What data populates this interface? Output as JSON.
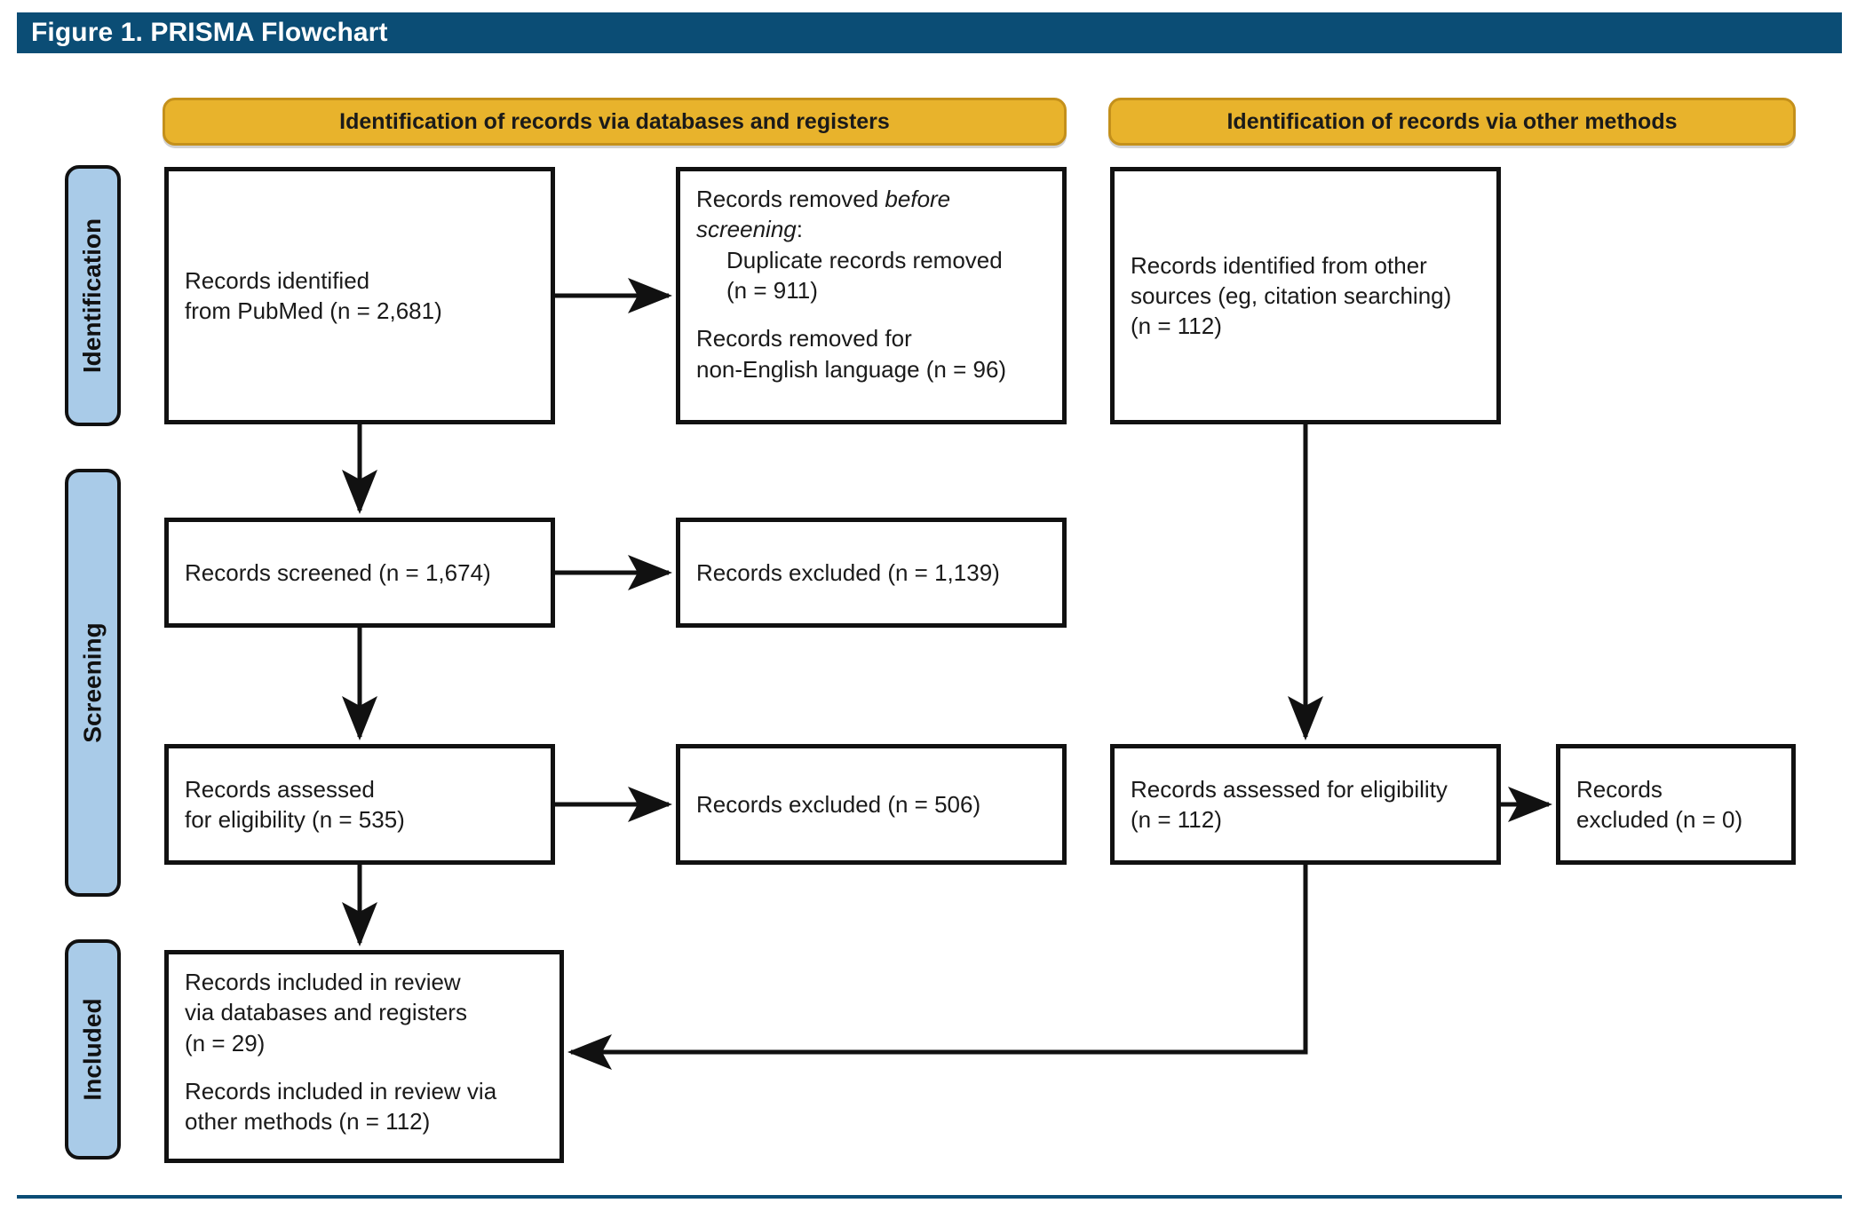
{
  "figure": {
    "title": "Figure 1. PRISMA Flowchart",
    "title_bar_color": "#0b4d75",
    "header_color": "#e8b32c",
    "header_border_color": "#c4901b",
    "stage_color": "#a9cbe8",
    "box_border_color": "#111111"
  },
  "column_headers": {
    "databases": "Identification of records via databases and registers",
    "other": "Identification of records via other methods"
  },
  "stages": {
    "identification": "Identification",
    "screening": "Screening",
    "included": "Included"
  },
  "boxes": {
    "identified": "Records identified\nfrom PubMed (n = 2,681)",
    "removed_line1": "Records removed ",
    "removed_italic1": "before",
    "removed_italic2": "screening",
    "removed_colon": ":",
    "removed_duplicates": "Duplicate records removed\n(n = 911)",
    "removed_non_english": "Records removed for\nnon-English language (n = 96)",
    "other_sources": "Records identified from other\nsources (eg, citation searching)\n(n = 112)",
    "screened": "Records screened (n = 1,674)",
    "excluded_screening": "Records excluded (n = 1,139)",
    "eligibility": "Records assessed\nfor eligibility (n = 535)",
    "excluded_eligibility": "Records excluded (n = 506)",
    "other_eligibility": "Records assessed for eligibility\n(n = 112)",
    "other_excluded": "Records\nexcluded (n = 0)",
    "included_db": "Records included in review\nvia databases and registers\n(n = 29)",
    "included_other": "Records included in review via\nother methods (n = 112)"
  },
  "chart_data": {
    "type": "diagram",
    "diagram_type": "PRISMA 2020 flow diagram",
    "title": "Figure 1. PRISMA Flowchart",
    "columns": [
      "Identification of records via databases and registers",
      "Identification of records via other methods"
    ],
    "stages": [
      "Identification",
      "Screening",
      "Included"
    ],
    "nodes": [
      {
        "id": "identified",
        "stage": "Identification",
        "column": "databases",
        "label": "Records identified from PubMed",
        "n": 2681
      },
      {
        "id": "removed_duplicates",
        "stage": "Identification",
        "column": "databases",
        "label": "Duplicate records removed",
        "n": 911
      },
      {
        "id": "removed_non_english",
        "stage": "Identification",
        "column": "databases",
        "label": "Records removed for non-English language",
        "n": 96
      },
      {
        "id": "other_sources",
        "stage": "Identification",
        "column": "other",
        "label": "Records identified from other sources (eg, citation searching)",
        "n": 112
      },
      {
        "id": "screened",
        "stage": "Screening",
        "column": "databases",
        "label": "Records screened",
        "n": 1674
      },
      {
        "id": "excluded_screening",
        "stage": "Screening",
        "column": "databases",
        "label": "Records excluded",
        "n": 1139
      },
      {
        "id": "eligibility",
        "stage": "Screening",
        "column": "databases",
        "label": "Records assessed for eligibility",
        "n": 535
      },
      {
        "id": "excluded_eligibility",
        "stage": "Screening",
        "column": "databases",
        "label": "Records excluded",
        "n": 506
      },
      {
        "id": "other_eligibility",
        "stage": "Screening",
        "column": "other",
        "label": "Records assessed for eligibility",
        "n": 112
      },
      {
        "id": "other_excluded",
        "stage": "Screening",
        "column": "other",
        "label": "Records excluded",
        "n": 0
      },
      {
        "id": "included_db",
        "stage": "Included",
        "column": "databases",
        "label": "Records included in review via databases and registers",
        "n": 29
      },
      {
        "id": "included_other",
        "stage": "Included",
        "column": "databases",
        "label": "Records included in review via other methods",
        "n": 112
      }
    ],
    "edges": [
      {
        "from": "identified",
        "to": "removed_duplicates",
        "direction": "right"
      },
      {
        "from": "identified",
        "to": "screened",
        "direction": "down"
      },
      {
        "from": "screened",
        "to": "excluded_screening",
        "direction": "right"
      },
      {
        "from": "screened",
        "to": "eligibility",
        "direction": "down"
      },
      {
        "from": "eligibility",
        "to": "excluded_eligibility",
        "direction": "right"
      },
      {
        "from": "eligibility",
        "to": "included_db",
        "direction": "down"
      },
      {
        "from": "other_sources",
        "to": "other_eligibility",
        "direction": "down"
      },
      {
        "from": "other_eligibility",
        "to": "other_excluded",
        "direction": "right"
      },
      {
        "from": "other_eligibility",
        "to": "included_db",
        "direction": "down-left"
      }
    ]
  }
}
